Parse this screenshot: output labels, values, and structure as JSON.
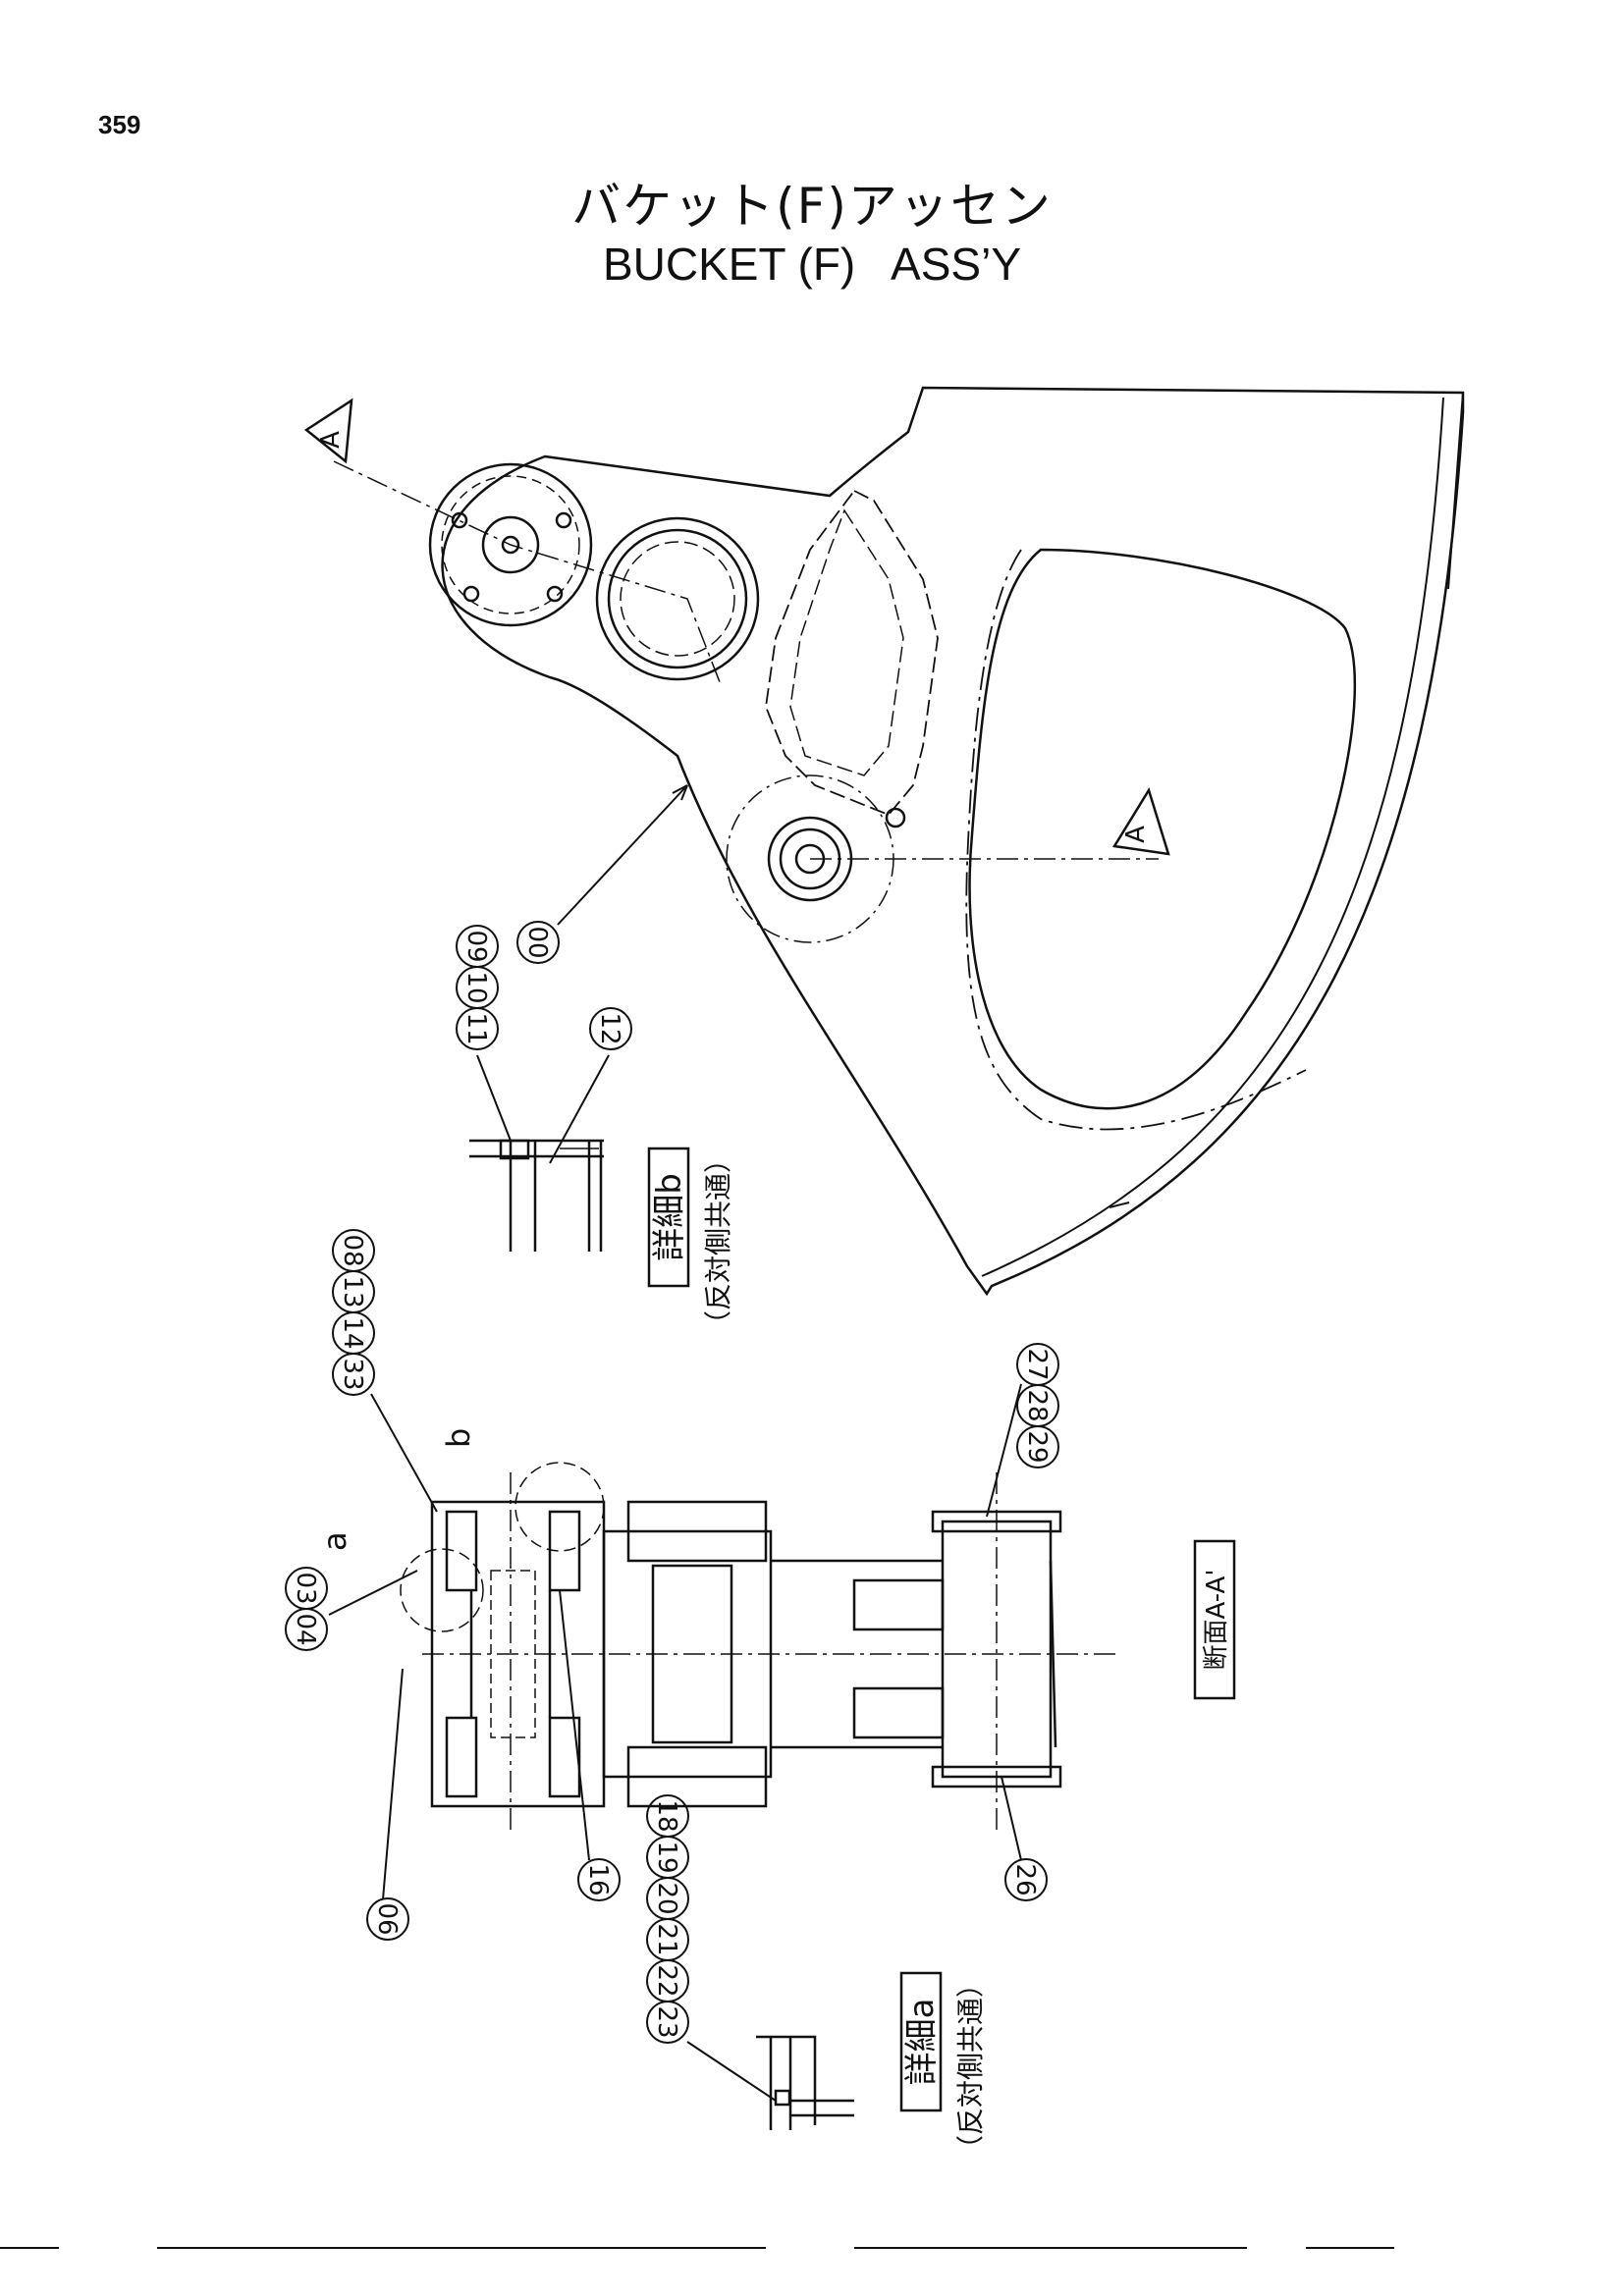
{
  "page": {
    "number": "359",
    "title_jp": "バケット(F)アッセン",
    "title_en": "BUCKET (F)   ASS’Y"
  },
  "section_markers": [
    "A",
    "A"
  ],
  "detail_b": {
    "label": "詳細b",
    "note": "（反対側共通）",
    "leader": "b"
  },
  "detail_a": {
    "label": "詳細a",
    "note": "（反対側共通）",
    "leader": "a"
  },
  "section_view": {
    "label": "断面A-A'"
  },
  "callouts": {
    "main": [
      "00"
    ],
    "detail_b_group": [
      "11",
      "10",
      "09"
    ],
    "detail_b_single": [
      "12"
    ],
    "section_top_left": [
      "33",
      "14",
      "13",
      "08"
    ],
    "section_left": [
      "04",
      "03"
    ],
    "section_right": [
      "27",
      "28",
      "29"
    ],
    "section_bottom": [
      "06",
      "16",
      "26"
    ],
    "detail_a_group": [
      "23",
      "22",
      "21",
      "20",
      "19",
      "18"
    ]
  }
}
